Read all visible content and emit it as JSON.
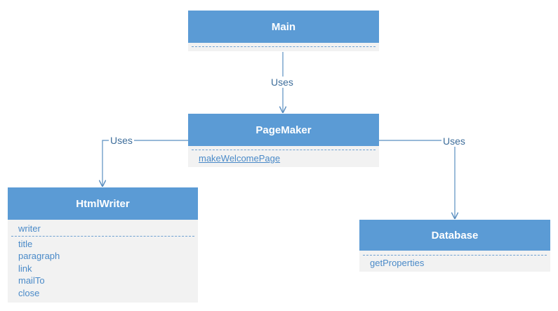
{
  "classes": {
    "main": {
      "name": "Main",
      "fields": [],
      "methods": []
    },
    "pagemaker": {
      "name": "PageMaker",
      "fields": [],
      "methods": [
        "makeWelcomePage"
      ]
    },
    "htmlwriter": {
      "name": "HtmlWriter",
      "fields": [
        "writer"
      ],
      "methods": [
        "title",
        "paragraph",
        "link",
        "mailTo",
        "close"
      ]
    },
    "database": {
      "name": "Database",
      "fields": [],
      "methods": [
        "getProperties"
      ]
    }
  },
  "relations": [
    {
      "from": "Main",
      "to": "PageMaker",
      "label": "Uses"
    },
    {
      "from": "PageMaker",
      "to": "HtmlWriter",
      "label": "Uses"
    },
    {
      "from": "PageMaker",
      "to": "Database",
      "label": "Uses"
    }
  ],
  "colors": {
    "header": "#5b9bd5",
    "body": "#f2f2f2",
    "member_text": "#4a8ac8",
    "edge": "#5b8fc0"
  }
}
